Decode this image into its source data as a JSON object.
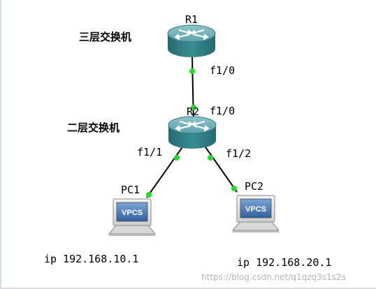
{
  "nodes": {
    "r1": {
      "label": "R1",
      "role": "三层交换机"
    },
    "r2": {
      "label": "R2",
      "role": "二层交换机"
    },
    "pc1": {
      "label": "PC1",
      "ip": "ip 192.168.10.1",
      "screen_text": "VPCS"
    },
    "pc2": {
      "label": "PC2",
      "ip": "ip 192.168.20.1",
      "screen_text": "VPCS"
    }
  },
  "interfaces": {
    "r1_down": "f1/0",
    "r2_up": "f1/0",
    "r2_left": "f1/1",
    "r2_right": "f1/2"
  },
  "links": [
    {
      "from": "R1",
      "to": "R2",
      "from_if": "f1/0",
      "to_if": "f1/0"
    },
    {
      "from": "R2",
      "to": "PC1",
      "from_if": "f1/1"
    },
    {
      "from": "R2",
      "to": "PC2",
      "from_if": "f1/2"
    }
  ],
  "colors": {
    "router_top": "#6fb0b6",
    "router_body": "#2f7c83",
    "link": "#000000",
    "port_dot": "#22dd22"
  },
  "watermark": "https://blog.csdn.net/q1qzq3s1s2s"
}
